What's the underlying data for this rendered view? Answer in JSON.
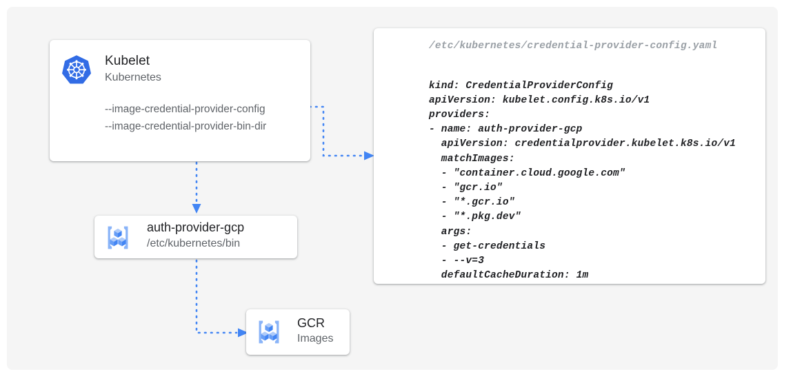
{
  "canvas": {
    "background_color": "#f5f5f5",
    "page_background_color": "#ffffff"
  },
  "accent_color": "#4285f4",
  "nodes": {
    "kubelet": {
      "icon": "kubernetes-helm-wheel-icon",
      "title": "Kubelet",
      "subtitle": "Kubernetes",
      "flags": [
        "--image-credential-provider-config",
        "--image-credential-provider-bin-dir"
      ]
    },
    "auth_provider": {
      "icon": "container-registry-cubes-icon",
      "title": "auth-provider-gcp",
      "subtitle": "/etc/kubernetes/bin"
    },
    "gcr": {
      "icon": "container-registry-cubes-icon",
      "title": "GCR",
      "subtitle": "Images"
    }
  },
  "yaml_card": {
    "path": "/etc/kubernetes/credential-provider-config.yaml",
    "content": "kind: CredentialProviderConfig\napiVersion: kubelet.config.k8s.io/v1\nproviders:\n- name: auth-provider-gcp\n  apiVersion: credentialprovider.kubelet.k8s.io/v1\n  matchImages:\n  - \"container.cloud.google.com\"\n  - \"gcr.io\"\n  - \"*.gcr.io\"\n  - \"*.pkg.dev\"\n  args:\n  - get-credentials\n  - --v=3\n  defaultCacheDuration: 1m"
  },
  "connectors": [
    {
      "name": "kubelet-config-flag-to-yaml",
      "from": "kubelet",
      "to": "yaml_card",
      "style": "dotted",
      "arrowhead": true
    },
    {
      "name": "kubelet-to-auth-provider",
      "from": "kubelet",
      "to": "auth_provider",
      "style": "dotted",
      "arrowhead": true
    },
    {
      "name": "auth-provider-to-gcr",
      "from": "auth_provider",
      "to": "gcr",
      "style": "dotted",
      "arrowhead": true
    }
  ]
}
